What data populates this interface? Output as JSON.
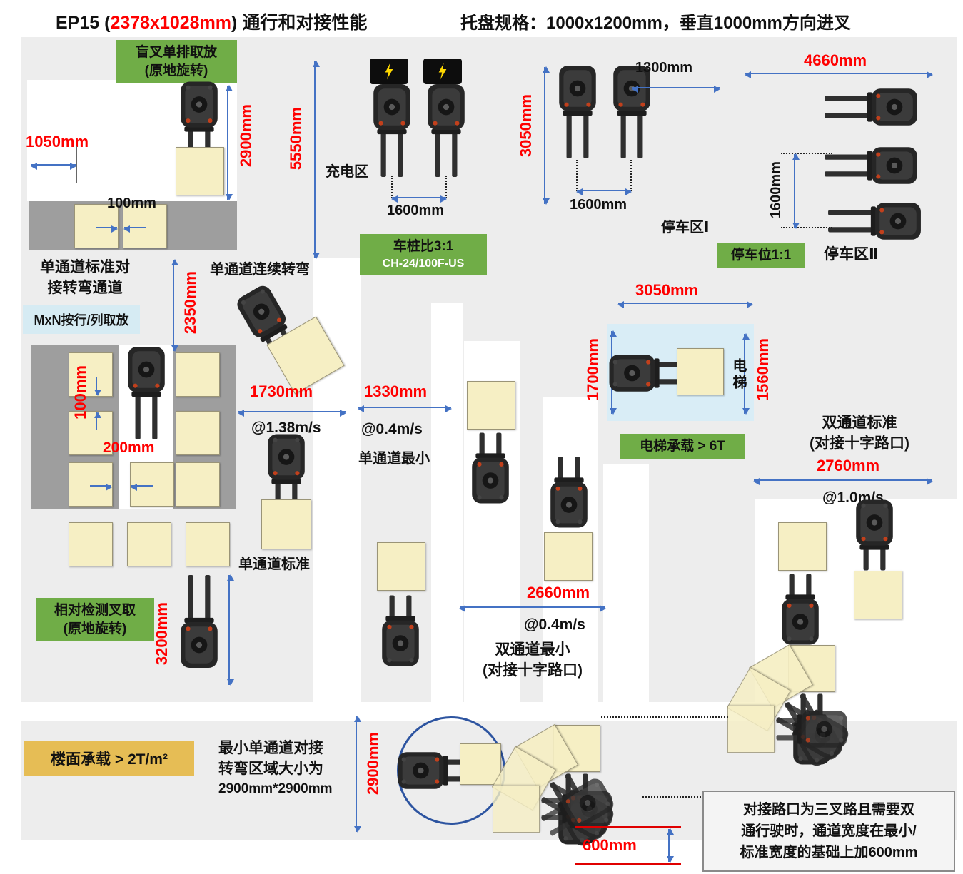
{
  "header": {
    "model_prefix": "EP15 (",
    "model_dim": "2378x1028mm",
    "model_suffix": ") ",
    "title": "通行和对接性能",
    "pallet_spec": "托盘规格：1000x1200mm，垂直1000mm方向进叉"
  },
  "boxes": {
    "blind_fork": {
      "line1": "盲叉单排取放",
      "line2": "(原地旋转)"
    },
    "charger_ratio": {
      "line1": "车桩比3:1",
      "line2": "CH-24/100F-US"
    },
    "parking_ratio": "停车位1:1",
    "elevator_load": "电梯承载 > 6T",
    "relative_detect": {
      "line1": "相对检测叉取",
      "line2": "(原地旋转)"
    },
    "mxn": "MxN按行/列取放",
    "floor_load": "楼面承载 > 2T/m²",
    "note": {
      "line1": "对接路口为三叉路且需要双",
      "line2": "通行驶时，通道宽度在最小/",
      "line3": "标准宽度的基础上加600mm"
    }
  },
  "labels": {
    "charge_area": "充电区",
    "parking1": "停车区Ⅰ",
    "parking2": "停车区Ⅱ",
    "single_std_corner": {
      "line1": "单通道标准对",
      "line2": "接转弯通道"
    },
    "single_continuous": "单通道连续转弯",
    "single_min": "单通道最小",
    "single_standard": "单通道标准",
    "elevator": "电梯",
    "double_std": {
      "line1": "双通道标准",
      "line2": "(对接十字路口)"
    },
    "double_min": {
      "line1": "双通道最小",
      "line2": "(对接十字路口)"
    },
    "min_corner": {
      "line1": "最小单通道对接",
      "line2": "转弯区域大小为",
      "line3": "2900mm*2900mm"
    }
  },
  "dims": {
    "d1050": "1050mm",
    "d2900_tl": "2900mm",
    "d100_top": "100mm",
    "d5550": "5550mm",
    "d1600_charge": "1600mm",
    "d3050_park": "3050mm",
    "d1300": "1300mm",
    "d1600_park": "1600mm",
    "d4660": "4660mm",
    "d1600_right": "1600mm",
    "d2350": "2350mm",
    "d100_grid": "100mm",
    "d200": "200mm",
    "d1730": "1730mm",
    "d1330": "1330mm",
    "d3050_elev": "3050mm",
    "d1700": "1700mm",
    "d1560": "1560mm",
    "d2760": "2760mm",
    "d2660": "2660mm",
    "d3200": "3200mm",
    "d2900_bottom": "2900mm",
    "d600": "600mm"
  },
  "speeds": {
    "s_138": "@1.38m/s",
    "s_04_single": "@0.4m/s",
    "s_10": "@1.0m/s",
    "s_04_double": "@0.4m/s"
  },
  "colors": {
    "dim_red": "#ff0000",
    "arrow_blue": "#4472c4",
    "zone_green": "#70ad47",
    "mxn_blue": "#d6ebf3",
    "floor_yellow": "#e6bd55",
    "pallet": "#f6efc4",
    "elevator_bg": "#d9edf6",
    "strip_gray": "#9e9e9e"
  }
}
